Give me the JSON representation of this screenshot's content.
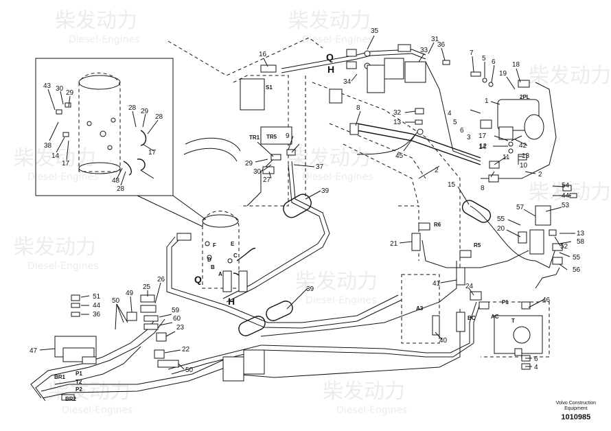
{
  "watermark": {
    "chinese": "柴发动力",
    "english": "Diesel-Engines"
  },
  "footer": {
    "brand_line1": "Volvo Construction",
    "brand_line2": "Equipment",
    "drawing_number": "1010985"
  },
  "big_letters": [
    "Q",
    "H",
    "Q",
    "H"
  ],
  "callouts": [
    "35",
    "31",
    "33",
    "36",
    "16",
    "7",
    "5",
    "6",
    "19",
    "18",
    "34",
    "8",
    "32",
    "13",
    "4",
    "5",
    "6",
    "3",
    "1",
    "2PL",
    "17",
    "14",
    "12",
    "42",
    "11",
    "13",
    "10",
    "2",
    "45",
    "2",
    "37",
    "27",
    "30",
    "29",
    "15",
    "9",
    "8",
    "54",
    "44",
    "53",
    "57",
    "55",
    "20",
    "13",
    "58",
    "52",
    "55",
    "56",
    "39",
    "21",
    "41",
    "24",
    "46",
    "39",
    "40",
    "6",
    "4",
    "51",
    "44",
    "36",
    "49",
    "50",
    "25",
    "26",
    "59",
    "60",
    "23",
    "22",
    "50",
    "47",
    "43",
    "30",
    "29",
    "38",
    "14",
    "17",
    "28",
    "29",
    "28",
    "17",
    "48",
    "28"
  ],
  "port_labels": [
    "S1",
    "TR1",
    "TR5",
    "R6",
    "R5",
    "A3",
    "BC",
    "AC",
    "BR1",
    "P1",
    "T2",
    "P2",
    "BR2",
    "F",
    "E",
    "C",
    "D",
    "B",
    "A",
    "P1",
    "T"
  ]
}
